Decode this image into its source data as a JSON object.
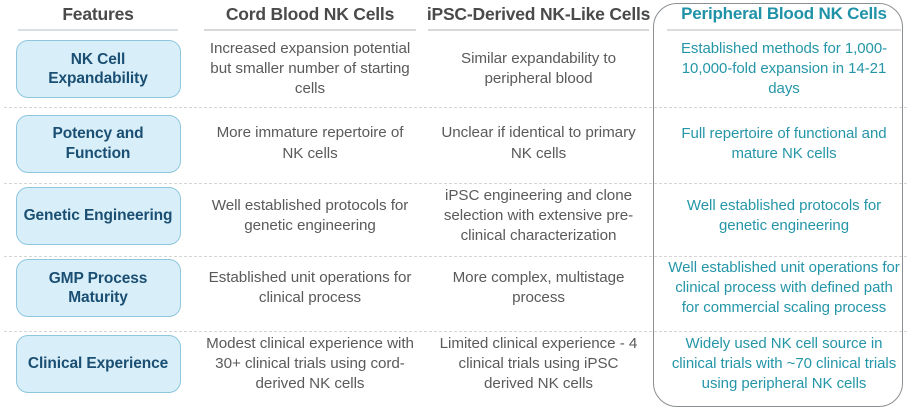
{
  "colors": {
    "accent_teal": "#2596a8",
    "pill_fill": "#d8eef8",
    "pill_border": "#8ec6dd",
    "pill_text": "#1a4f73",
    "body_text": "#5a5a5a",
    "header_text": "#4a4a4a",
    "highlight_border": "#8a8f93"
  },
  "table": {
    "headers": [
      {
        "label": "Features",
        "accent": false
      },
      {
        "label": "Cord Blood NK Cells",
        "accent": false
      },
      {
        "label": "iPSC-Derived NK-Like Cells",
        "accent": false
      },
      {
        "label": "Peripheral Blood NK Cells",
        "accent": true
      }
    ],
    "rows": [
      {
        "feature": "NK Cell Expandability",
        "cord_blood": "Increased expansion potential but smaller number of starting cells",
        "ipsc_derived": "Similar expandability to peripheral blood",
        "peripheral_blood": "Established methods for 1,000-10,000-fold expansion in 14-21 days"
      },
      {
        "feature": "Potency and Function",
        "cord_blood": "More immature repertoire of NK cells",
        "ipsc_derived": "Unclear if identical to primary NK cells",
        "peripheral_blood": "Full repertoire of functional and mature NK cells"
      },
      {
        "feature": "Genetic Engineering",
        "cord_blood": "Well established protocols for genetic engineering",
        "ipsc_derived": "iPSC engineering and clone selection with extensive pre-clinical characterization",
        "peripheral_blood": "Well established protocols for genetic engineering"
      },
      {
        "feature": "GMP Process Maturity",
        "cord_blood": "Established unit operations for clinical process",
        "ipsc_derived": "More complex, multistage process",
        "peripheral_blood": "Well established unit operations for clinical process with defined path for commercial scaling process"
      },
      {
        "feature": "Clinical Experience",
        "cord_blood": "Modest clinical experience with 30+ clinical trials using cord-derived NK cells",
        "ipsc_derived": "Limited clinical experience - 4 clinical trials using iPSC derived NK cells",
        "peripheral_blood": "Widely used NK cell source in clinical trials with ~70 clinical trials using peripheral NK cells"
      }
    ]
  }
}
